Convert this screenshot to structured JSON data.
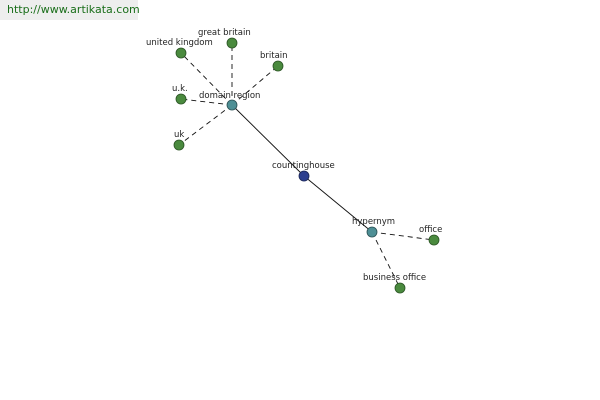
{
  "source": {
    "url_text": "http://www.artikata.com"
  },
  "colors": {
    "leaf": "#4a8a3e",
    "relation": "#4e8f95",
    "center": "#2d3f8f",
    "edge": "#111111",
    "link": "#1a6e1a"
  },
  "nodes": {
    "center": "countinghouse",
    "domain_region": "domain region",
    "hypernym": "hypernym",
    "united_kingdom": "united kingdom",
    "great_britain": "great britain",
    "britain": "britain",
    "uk_dots": "u.k.",
    "uk": "uk",
    "office": "office",
    "business_office": "business office"
  }
}
